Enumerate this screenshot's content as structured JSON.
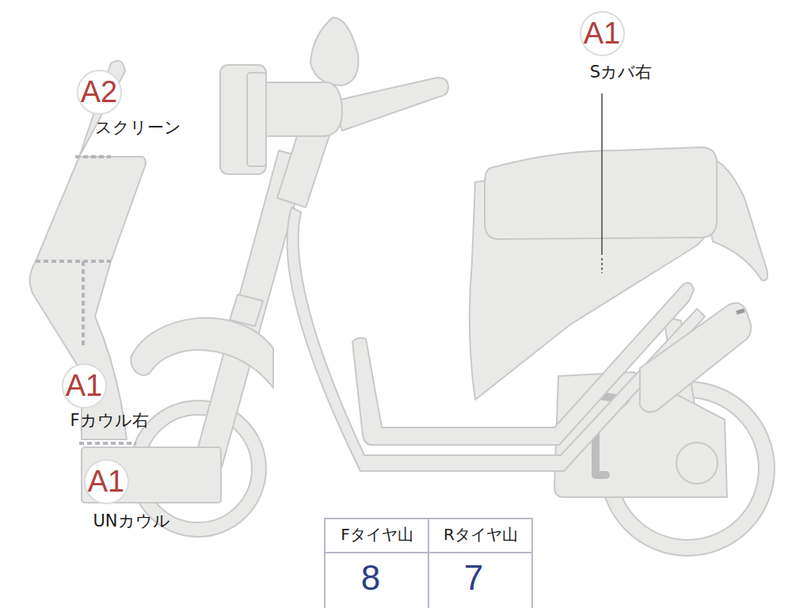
{
  "diagram": {
    "nodes": [
      {
        "text": [
          "A1"
        ]
      },
      {
        "text": [
          "A2"
        ]
      },
      {
        "text": [
          "A1"
        ]
      },
      {
        "text": [
          "A1"
        ]
      }
    ],
    "labels": [
      "Sカバ右",
      "スクリーン",
      "Fカウル右",
      "UNカウル",
      "Fタイヤ山",
      "Rタイヤ山",
      "8",
      "7"
    ]
  }
}
